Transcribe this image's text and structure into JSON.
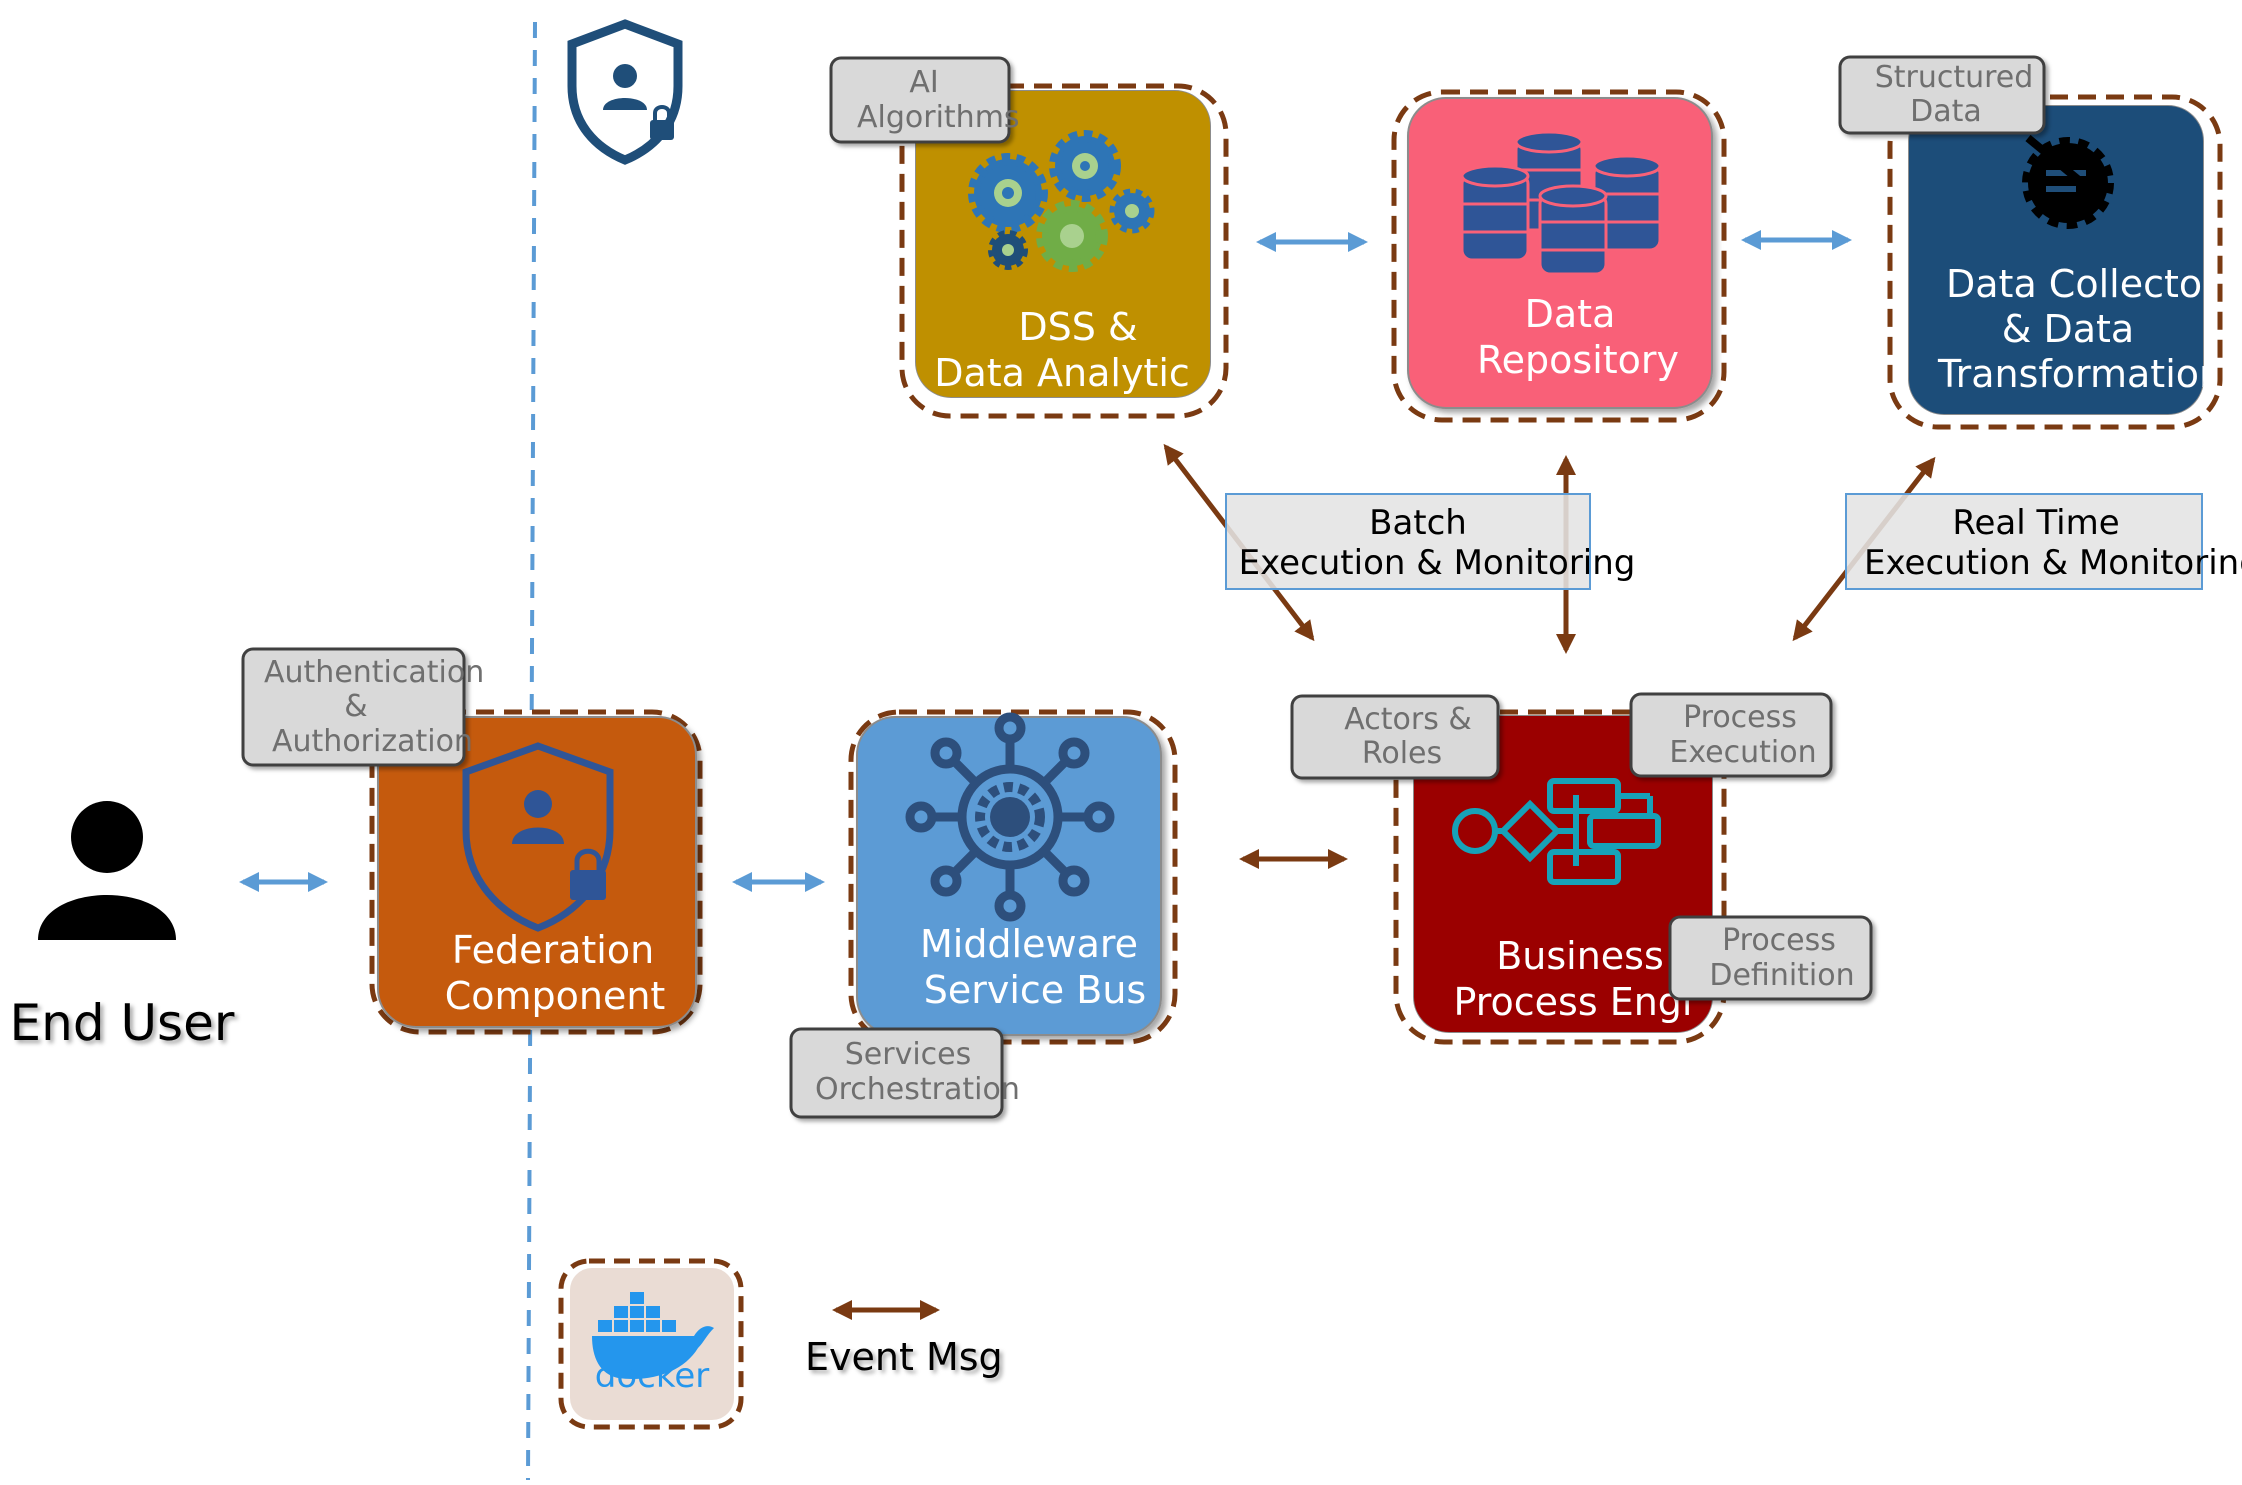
{
  "colors": {
    "event_arrow": "#7a3a12",
    "rest_arrow": "#5b9bd5",
    "dashed_border": "#7a3a12",
    "dss": "#bf9000",
    "repository": "#f96178",
    "collector": "#1f4e79",
    "federation": "#c55a11",
    "middleware": "#5b9bd5",
    "bpe": "#9b0000",
    "tag_fill": "#d9d9d9",
    "note_fill": "#e4e4e4",
    "boundary_line": "#5b9bd5"
  },
  "end_user": {
    "label": "End User",
    "icon": "person-icon"
  },
  "nodes": {
    "federation": {
      "title_line1": "Federation",
      "title_line2": "Component",
      "icon": "shield-user-lock-icon"
    },
    "middleware": {
      "title_line1": "Middleware",
      "title_line2": "Service Bus",
      "icon": "hub-gear-icon"
    },
    "bpe": {
      "title_line1": "Business",
      "title_line2": "Process Engi",
      "icon": "process-flow-icon"
    },
    "dss": {
      "title_line1": "DSS &",
      "title_line2": "Data Analytic",
      "icon": "gears-icon"
    },
    "repository": {
      "title_line1": "Data",
      "title_line2": "Repository",
      "icon": "database-icon"
    },
    "collector": {
      "title_line1": "Data Collector",
      "title_line2": "& Data",
      "title_line3": "Transformation",
      "icon": "transform-icon"
    }
  },
  "tags": {
    "auth": {
      "line1": "Authentication",
      "line2": "&",
      "line3": "Authorization"
    },
    "services": {
      "line1": "Services",
      "line2": "Orchestration"
    },
    "ai": {
      "line1": "AI",
      "line2": "Algorithms"
    },
    "structured": {
      "line1": "Structured",
      "line2": "Data"
    },
    "actors": {
      "line1": "Actors &",
      "line2": "Roles"
    },
    "process_exec": {
      "line1": "Process",
      "line2": "Execution"
    },
    "process_def": {
      "line1": "Process",
      "line2": "Definition"
    }
  },
  "notes": {
    "batch": {
      "line1": "Batch",
      "line2": "Execution & Monitoring"
    },
    "realtime": {
      "line1": "Real Time",
      "line2": "Execution & Monitoring"
    }
  },
  "legend": {
    "event_label": "Event Msg",
    "docker_label": "docker",
    "docker_icon": "docker-whale-icon"
  },
  "security_icon": "shield-lock-icon"
}
